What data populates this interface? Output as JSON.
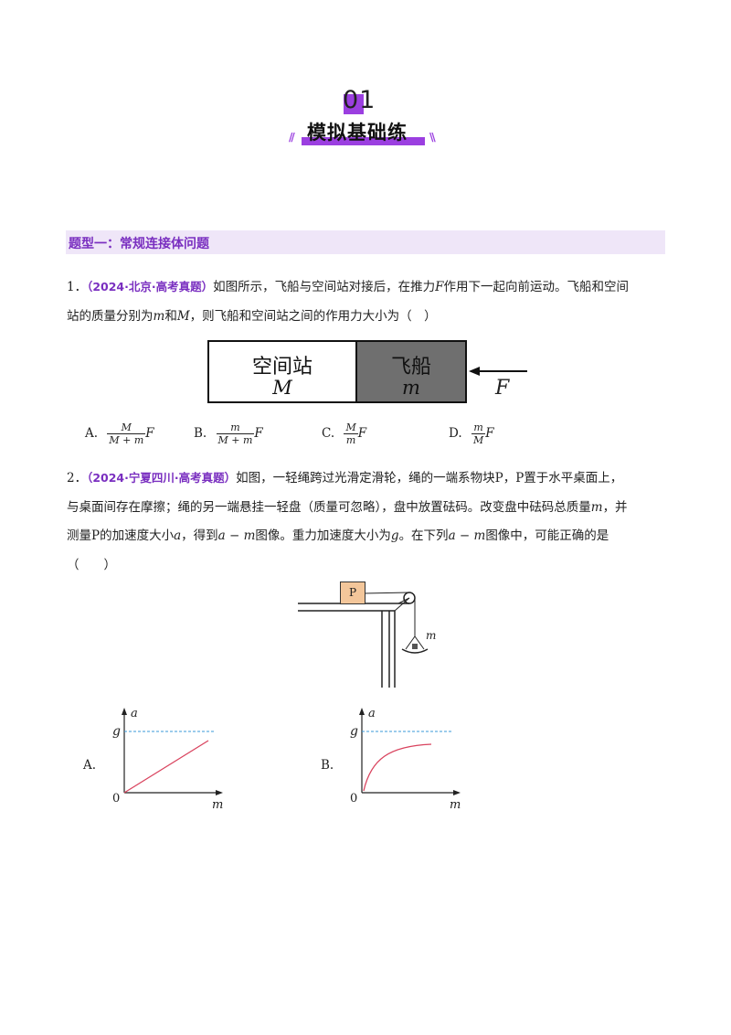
{
  "header": {
    "number": "01",
    "title": "模拟基础练",
    "slashes": "//",
    "slashes_right": "\\\\"
  },
  "section": {
    "title": "题型一：常规连接体问题"
  },
  "q1": {
    "num": "1．",
    "source": "（2024·北京·高考真题）",
    "line1": "如图所示，飞船与空间站对接后，在推力",
    "var_F": "F",
    "line1b": "作用下一起向前运动。飞船和空间",
    "line2a": "站的质量分别为",
    "var_m": "m",
    "line2b": "和",
    "var_M": "M",
    "line2c": "，则飞船和空间站之间的作用力大小为（　）",
    "figure": {
      "station_label": "空间站",
      "station_var": "M",
      "ship_label": "飞船",
      "ship_var": "m",
      "force_label": "F"
    },
    "options": [
      {
        "label": "A.",
        "num": "M",
        "den": "M + m",
        "tail": "F"
      },
      {
        "label": "B.",
        "num": "m",
        "den": "M + m",
        "tail": "F"
      },
      {
        "label": "C.",
        "num": "M",
        "den": "m",
        "tail": "F"
      },
      {
        "label": "D.",
        "num": "m",
        "den": "M",
        "tail": "F"
      }
    ]
  },
  "q2": {
    "num": "2．",
    "source": "（2024·宁夏四川·高考真题）",
    "line1": "如图，一轻绳跨过光滑定滑轮，绳的一端系物块P，P置于水平桌面上，",
    "line2a": "与桌面间存在摩擦；绳的另一端悬挂一轻盘（质量可忽略），盘中放置砝码。改变盘中砝码总质量",
    "var_m": "m",
    "line2b": "，并",
    "line3a": "测量P的加速度大小",
    "var_a": "a",
    "line3b": "，得到",
    "am": "a − m",
    "line3c": "图像。重力加速度大小为",
    "var_g": "g",
    "line3d": "。在下列",
    "line3e": "图像中，可能正确的是",
    "bracket": "（　　）",
    "figure": {
      "block_label": "P",
      "mass_label": "m"
    },
    "graphs": [
      {
        "option": "A.",
        "y_axis": "a",
        "x_axis": "m",
        "origin": "0",
        "g_label": "g",
        "shape": "linear"
      },
      {
        "option": "B.",
        "y_axis": "a",
        "x_axis": "m",
        "origin": "0",
        "g_label": "g",
        "shape": "saturating"
      }
    ],
    "colors": {
      "curve": "#d9435e",
      "dashed": "#3a9ad9"
    }
  }
}
